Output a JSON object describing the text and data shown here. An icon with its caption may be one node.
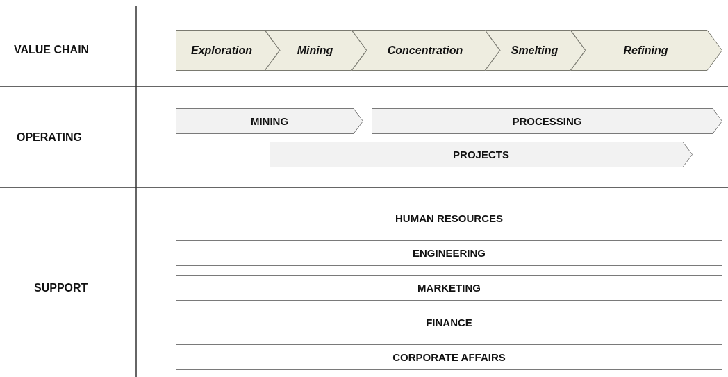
{
  "diagram": {
    "nodes": [
      {
        "text": [
          "Exploration"
        ]
      },
      {
        "text": [
          "Mining"
        ]
      },
      {
        "text": [
          "Concentration"
        ]
      },
      {
        "text": [
          "Smelting"
        ]
      },
      {
        "text": [
          "Refining"
        ]
      },
      {
        "text": [
          "MINING"
        ]
      },
      {
        "text": [
          "PROCESSING"
        ]
      },
      {
        "text": [
          "PROJECTS"
        ]
      },
      {
        "text": [
          "HUMAN RESOURCES"
        ]
      },
      {
        "text": [
          "ENGINEERING"
        ]
      },
      {
        "text": [
          "MARKETING"
        ]
      },
      {
        "text": [
          "FINANCE"
        ]
      },
      {
        "text": [
          "CORPORATE AFFAIRS"
        ]
      }
    ],
    "labels": [
      "VALUE CHAIN",
      "OPERATING",
      "SUPPORT"
    ]
  }
}
